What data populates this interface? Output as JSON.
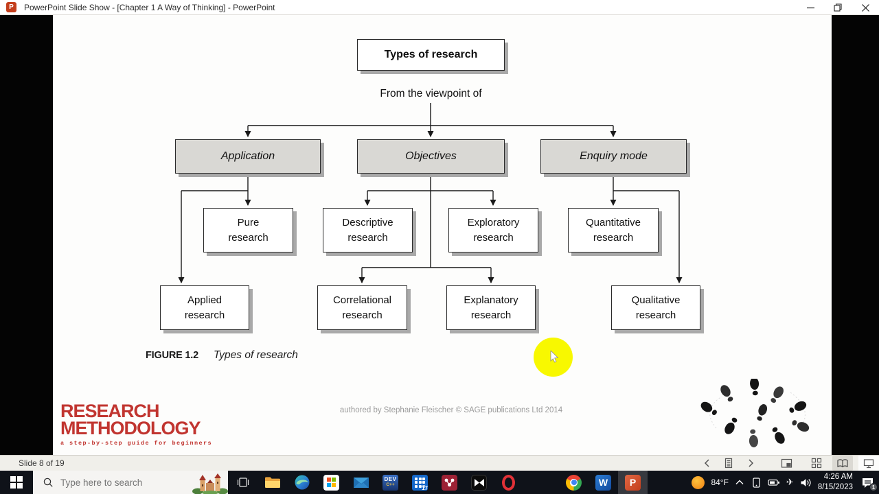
{
  "titlebar": {
    "title": "PowerPoint Slide Show - [Chapter 1 A Way of Thinking] - PowerPoint",
    "app_icon_letter": "P"
  },
  "slide": {
    "diagram": {
      "root": "Types of research",
      "subtitle": "From the viewpoint of",
      "level1": [
        "Application",
        "Objectives",
        "Enquiry mode"
      ],
      "level2": [
        "Pure research",
        "Descriptive research",
        "Exploratory research",
        "Quantitative research"
      ],
      "level3": [
        "Applied research",
        "Correlational research",
        "Explanatory research",
        "Qualitative research"
      ]
    },
    "caption": {
      "label": "FIGURE 1.2",
      "text": "Types of research"
    },
    "logo": {
      "line1": "RESEARCH",
      "line2": "METHODOLOGY",
      "tagline": "a step-by-step guide for beginners"
    },
    "credit": "authored by Stephanie Fleischer © SAGE publications Ltd 2014"
  },
  "statusbar": {
    "slide_indicator": "Slide 8 of 19"
  },
  "taskbar": {
    "search_placeholder": "Type here to search",
    "dev_line1": "DEV",
    "dev_line2": "C++",
    "grid_badge": "17",
    "word_letter": "W",
    "powerpoint_letter": "P"
  },
  "tray": {
    "weather": "84°F",
    "time": "4:26 AM",
    "date": "8/15/2023",
    "notification_count": "1"
  },
  "colors": {
    "logo_red": "#c13530",
    "powerpoint_orange": "#c43e1c",
    "highlight_yellow": "#f8f800",
    "taskbar_bg": "#0f1219"
  }
}
